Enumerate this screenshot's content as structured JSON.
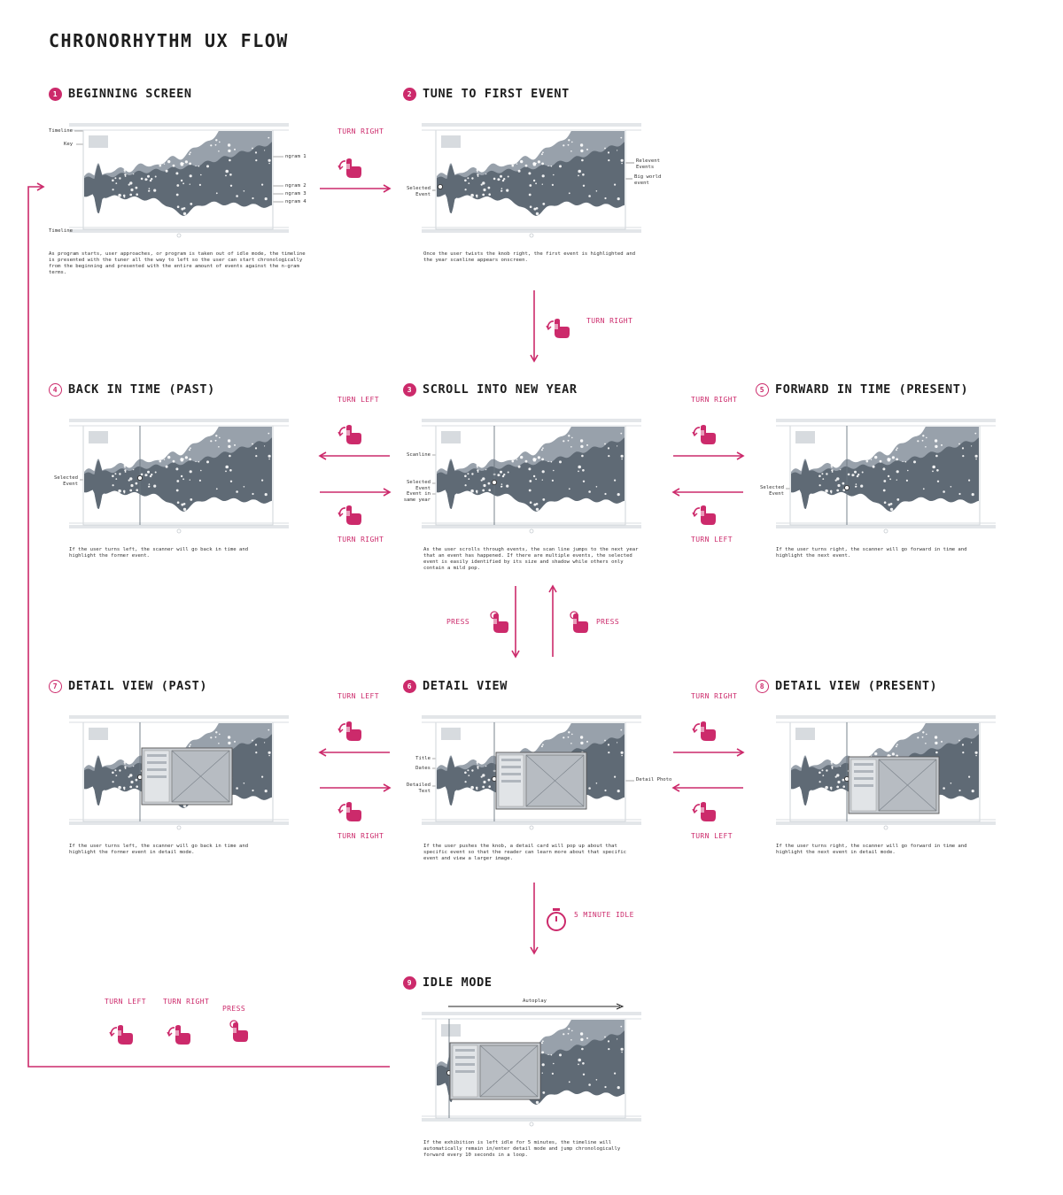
{
  "title": "CHRONORHYTHM UX FLOW",
  "colors": {
    "accent": "#cc2a6b",
    "wave_dark": "#5f6a75",
    "wave_light": "#98a1ab",
    "frame": "#cfd4d9"
  },
  "steps": [
    {
      "num": "1",
      "title": "BEGINNING SCREEN",
      "desc": "As program starts, user approaches, or program is taken out of idle mode, the timeline is presented with the tuner all the way to left so the user can start chronologically from the beginning and presented with the entire amount of events against the n-gram terms."
    },
    {
      "num": "2",
      "title": "TUNE TO FIRST EVENT",
      "desc": "Once the user twists the knob right, the first event is highlighted and the year scanline appears onscreen."
    },
    {
      "num": "3",
      "title": "SCROLL INTO NEW YEAR",
      "desc": "As the user scrolls through events, the scan line jumps to the next year that an event has happened. If there are multiple events, the selected event is easily identified by its size and shadow while others only contain a mild pop."
    },
    {
      "num": "4",
      "title": "BACK IN TIME (PAST)",
      "desc": "If the user turns left, the scanner will go back in time and highlight the former event."
    },
    {
      "num": "5",
      "title": "FORWARD IN TIME (PRESENT)",
      "desc": "If the user turns right, the scanner will go forward in time and highlight the next event."
    },
    {
      "num": "6",
      "title": "DETAIL VIEW",
      "desc": "If the user pushes the knob, a detail card will pop up about that specific event so that the reader can learn more about that specific event and view a larger image."
    },
    {
      "num": "7",
      "title": "DETAIL VIEW (PAST)",
      "desc": "If the user turns left, the scanner will go back in time and highlight the former event in detail mode."
    },
    {
      "num": "8",
      "title": "DETAIL VIEW (PRESENT)",
      "desc": "If the user turns right, the scanner will go forward in time and highlight the next event in detail mode."
    },
    {
      "num": "9",
      "title": "IDLE MODE",
      "desc": "If the exhibition is left idle for 5 minutes, the timeline will automatically remain in/enter detail mode and jump chronologically forward every 10 seconds in a loop."
    }
  ],
  "labels": {
    "timeline": "Timeline",
    "key": "Key",
    "ngram1": "ngram 1",
    "ngram2": "ngram 2",
    "ngram3": "ngram 3",
    "ngram4": "ngram 4",
    "selected_event": "Selected Event",
    "relevant_events": "Relevent Events",
    "big_world_event": "Big world event",
    "scanline": "Scanline",
    "event_same_year": "Event in same year",
    "title": "Title",
    "dates": "Dates",
    "detailed_text": "Detailed Text",
    "detail_photo": "Detail Photo",
    "autoplay": "Autoplay"
  },
  "actions": {
    "turn_right": "TURN RIGHT",
    "turn_left": "TURN LEFT",
    "press": "PRESS",
    "idle": "5 MINUTE IDLE"
  },
  "icons": [
    "turn-knob-icon",
    "press-knob-icon",
    "stopwatch-icon",
    "arrow-icon"
  ]
}
